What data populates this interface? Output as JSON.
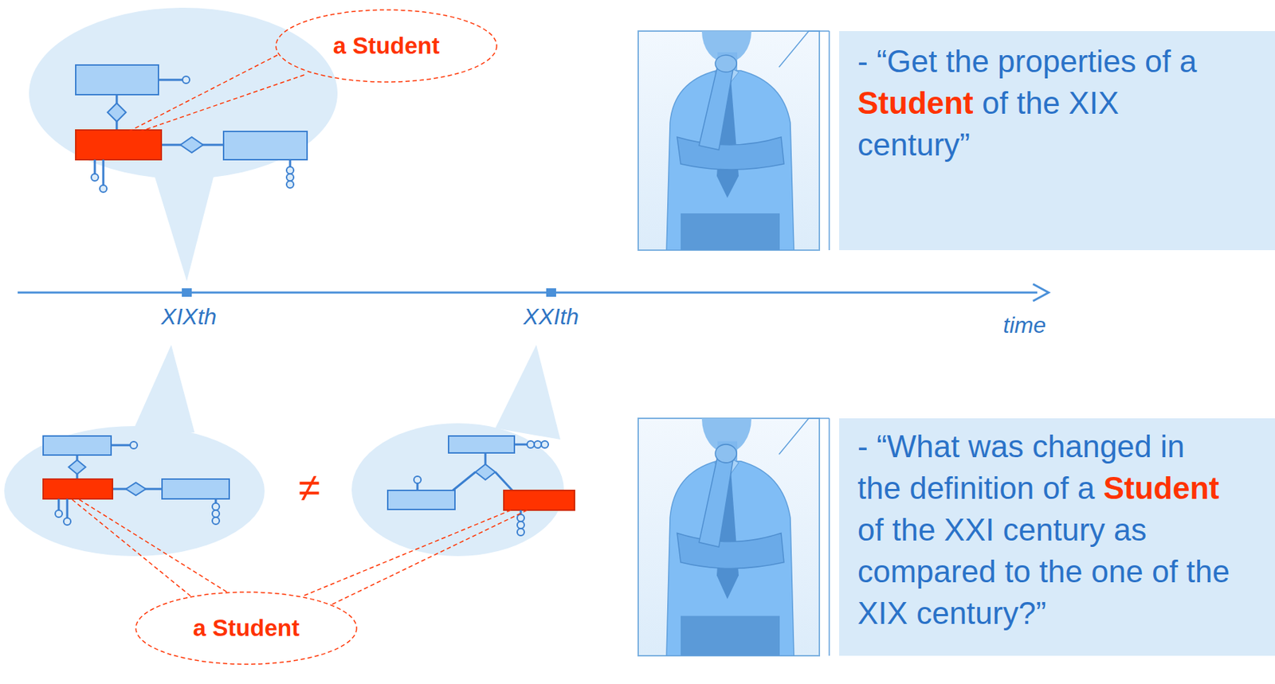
{
  "diagram": {
    "nodes": [
      {
        "text": [
          "a Student"
        ]
      },
      {
        "text": [
          "- “Get the properties of a Student of the XIX century”"
        ]
      },
      {
        "text": [
          "- “What was changed in the definition of a Student of the XXI century as compared to the one of the XIX century?”"
        ]
      },
      {
        "text": [
          "a Student"
        ]
      }
    ],
    "labels": [
      "XIXth",
      "XXIth",
      "time",
      "≠"
    ]
  }
}
